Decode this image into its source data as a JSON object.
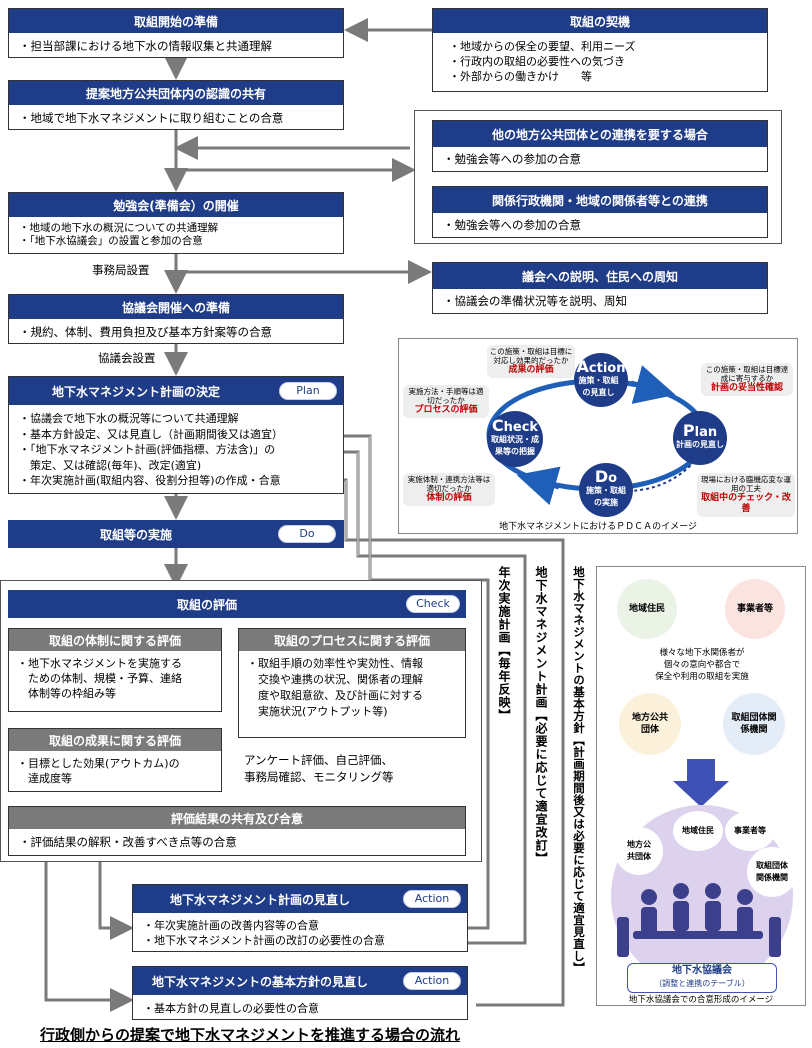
{
  "left_flow": {
    "start": {
      "title": "取組開始の準備",
      "lines": [
        "・担当部課における地下水の情報収集と共通理解"
      ]
    },
    "share": {
      "title": "提案地方公共団体内の認識の共有",
      "lines": [
        "・地域で地下水マネジメントに取り組むことの合意"
      ]
    },
    "study": {
      "title": "勉強会(準備会）の開催",
      "lines": [
        "・地域の地下水の概況についての共通理解",
        "・「地下水協議会」の設置と参加の合意"
      ]
    },
    "office_label": "事務局設置",
    "prep": {
      "title": "協議会開催への準備",
      "lines": [
        "・規約、体制、費用負担及び基本方針案等の合意"
      ]
    },
    "council_label": "協議会設置",
    "plan": {
      "title": "地下水マネジメント計画の決定",
      "tag": "Plan",
      "lines": [
        "・協議会で地下水の概況等について共通理解",
        "・基本方針設定、又は見直し（計画期間後又は適宜）",
        "・「地下水マネジメント計画(評価指標、方法含)」の",
        "　策定、又は確認(毎年)、改定(適宜)",
        "・年次実施計画(取組内容、役割分担等)の作成・合意"
      ]
    },
    "do": {
      "title": "取組等の実施",
      "tag": "Do"
    },
    "check": {
      "title": "取組の評価",
      "tag": "Check"
    },
    "eval_system": {
      "title": "取組の体制に関する評価",
      "lines": [
        "・地下水マネジメントを実施する",
        "　ための体制、規模・予算、連絡",
        "　体制等の枠組み等"
      ]
    },
    "eval_process": {
      "title": "取組のプロセスに関する評価",
      "lines": [
        "・取組手順の効率性や実効性、情報",
        "　交換や連携の状況、関係者の理解",
        "　度や取組意欲、及び計画に対する",
        "　実施状況(アウトプット等)"
      ]
    },
    "eval_outcome": {
      "title": "取組の成果に関する評価",
      "lines": [
        "・目標とした効果(アウトカム)の",
        "　達成度等"
      ]
    },
    "eval_methods": [
      "アンケート評価、自己評価、",
      "事務局確認、モニタリング等"
    ],
    "eval_share": {
      "title": "評価結果の共有及び合意",
      "lines": [
        "・評価結果の解釈・改善すべき点等の合意"
      ]
    },
    "action1": {
      "title": "地下水マネジメント計画の見直し",
      "tag": "Action",
      "lines": [
        "・年次実施計画の改善内容等の合意",
        "・地下水マネジメント計画の改訂の必要性の合意"
      ]
    },
    "action2": {
      "title": "地下水マネジメントの基本方針の見直し",
      "tag": "Action",
      "lines": [
        "・基本方針の見直しの必要性の合意"
      ]
    }
  },
  "right_flow": {
    "trigger": {
      "title": "取組の契機",
      "lines": [
        "・地域からの保全の要望、利用ニーズ",
        "・行政内の取組の必要性への気づき",
        "・外部からの働きかけ　　等"
      ]
    },
    "other_gov": {
      "title": "他の地方公共団体との連携を要する場合",
      "lines": [
        "・勉強会等への参加の合意"
      ]
    },
    "agencies": {
      "title": "関係行政機関・地域の関係者等との連携",
      "lines": [
        "・勉強会等への参加の合意"
      ]
    },
    "assembly": {
      "title": "議会への説明、住民への周知",
      "lines": [
        "・協議会の準備状況等を説明、周知"
      ]
    }
  },
  "vertical_labels": {
    "annual": "年次実施計画【毎年反映】",
    "plan": "地下水マネジメント計画【必要に応じて適宜改訂】",
    "policy": "地下水マネジメントの基本方針【計画期間後又は必要に応じて適宜見直し】"
  },
  "pdca": {
    "caption": "地下水マネジメントにおけるＰＤＣＡのイメージ",
    "action": {
      "big": "A",
      "rest": "ction",
      "sub": "施策・取組の見直し"
    },
    "plan": {
      "big": "P",
      "rest": "lan",
      "sub": "計画の見直し"
    },
    "do": {
      "big": "D",
      "rest": "o",
      "sub": "施策・取組の実施"
    },
    "check": {
      "big": "C",
      "rest": "heck",
      "sub": "取組状況・成果等の把握"
    },
    "note_result": {
      "q": "この施策・取組は目標に対応し効果的だったか",
      "label": "成果の評価"
    },
    "note_process": {
      "q": "実施方法・手順等は適切だったか",
      "label": "プロセスの評価"
    },
    "note_plan": {
      "q": "この施策・取組は目標達成に寄与するか",
      "label": "計画の妥当性確認"
    },
    "note_system": {
      "q": "実施体制・連携方法等は適切だったか",
      "label": "体制の評価"
    },
    "note_running": {
      "q": "現場における臨機応変な運用の工夫",
      "label": "取組中のチェック・改善"
    },
    "colors": {
      "navy": "#1f3c88",
      "red": "#c00000"
    }
  },
  "council": {
    "caption": "地下水協議会での合意形成のイメージ",
    "residents": "地域住民",
    "business": "事業者等",
    "local_gov": "地方公共団体",
    "orgs": "取組団体関係機関",
    "center_text": [
      "様々な地下水関係者が",
      "個々の意向や都合で",
      "保全や利用の取組を実施"
    ],
    "table_residents": "地域住民",
    "table_business": "事業者等",
    "table_gov": "地方公共団体",
    "table_orgs": "取組団体関係機関",
    "council_name": "地下水協議会",
    "council_sub": "（調整と連携のテーブル）"
  },
  "page_title": "行政側からの提案で地下水マネジメントを推進する場合の流れ"
}
